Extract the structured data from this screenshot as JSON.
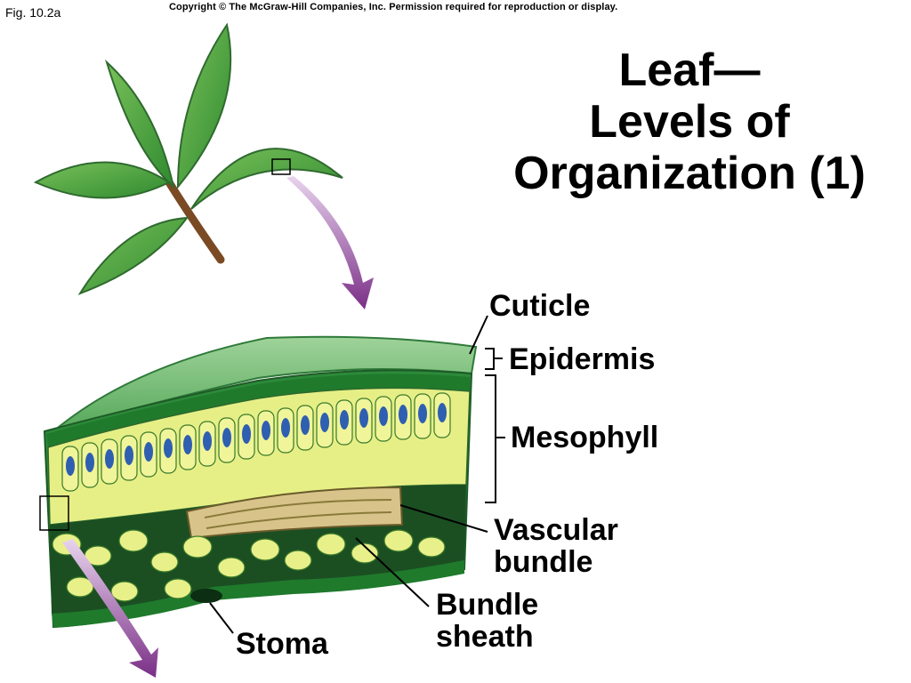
{
  "figure_label": "Fig. 10.2a",
  "copyright": "Copyright © The McGraw-Hill Companies, Inc. Permission required for reproduction or display.",
  "title": {
    "line1": "Leaf—",
    "line2": "Levels of",
    "line3": "Organization (1)"
  },
  "labels": {
    "cuticle": "Cuticle",
    "epidermis": "Epidermis",
    "mesophyll": "Mesophyll",
    "vascular_bundle_1": "Vascular",
    "vascular_bundle_2": "bundle",
    "bundle_sheath_1": "Bundle",
    "bundle_sheath_2": "sheath",
    "stoma": "Stoma"
  },
  "colors": {
    "leaf_green": "#3f9a3a",
    "dark_green": "#1e7a2e",
    "cell_yellow": "#e7f08a",
    "nucleus_blue": "#2f5fb0",
    "chloroplast": "#2f7a2f",
    "arrow_purple": "#8a3b93",
    "vein_tan": "#d8c48a"
  }
}
